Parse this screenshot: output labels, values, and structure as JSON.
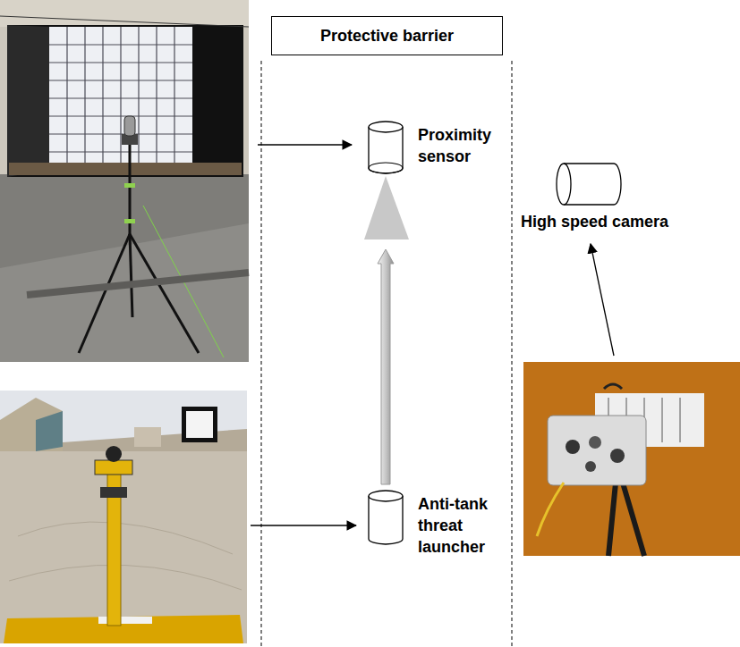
{
  "diagram": {
    "nodes": [
      {
        "text": [
          "Protective barrier"
        ]
      },
      {
        "text": [
          "Proximity sensor"
        ]
      },
      {
        "text": [
          "High speed camera"
        ]
      },
      {
        "text": [
          "Anti-tank threat launcher"
        ]
      }
    ],
    "edges": [
      {
        "from": 3,
        "to": 1,
        "arrow": "to"
      }
    ]
  }
}
